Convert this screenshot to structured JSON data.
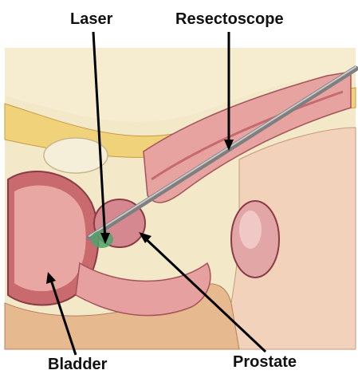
{
  "labels": {
    "laser": "Laser",
    "resectoscope": "Resectoscope",
    "bladder": "Bladder",
    "prostate": "Prostate"
  },
  "colors": {
    "background": "#f3e9c9",
    "tissue_pink": "#e7a3a0",
    "tissue_dark": "#b8505a",
    "fat_yellow": "#f0d27a",
    "bone": "#f5efd9",
    "instrument": "#8c8c8c",
    "laser_green": "#4fa36b",
    "pointer": "#000000"
  }
}
